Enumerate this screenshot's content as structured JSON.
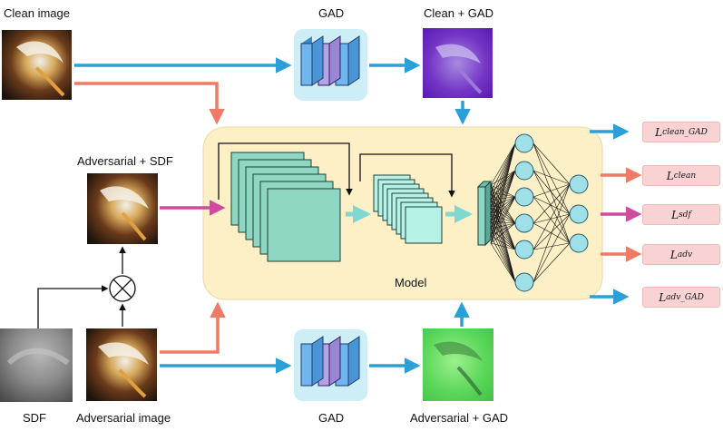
{
  "labels": {
    "clean_image": "Clean image",
    "gad_top": "GAD",
    "clean_gad": "Clean + GAD",
    "adv_sdf": "Adversarial + SDF",
    "model": "Model",
    "sdf": "SDF",
    "adversarial_image": "Adversarial image",
    "gad_bottom": "GAD",
    "adv_gad": "Adversarial + GAD"
  },
  "losses": [
    {
      "base": "L",
      "sub": "clean_GAD"
    },
    {
      "base": "L",
      "sub": "clean"
    },
    {
      "base": "L",
      "sub": "sdf"
    },
    {
      "base": "L",
      "sub": "adv"
    },
    {
      "base": "L",
      "sub": "adv_GAD"
    }
  ],
  "colors": {
    "blue_arrow": "#2a9fd8",
    "salmon_arrow": "#ef7a65",
    "magenta_arrow": "#d04ba0",
    "model_bg": "#fdf0c6",
    "gad_box": "#cdeef6",
    "layer_teal": "#8fd6c3",
    "layer_mint": "#b6f3e6",
    "neuron": "#9edfe8",
    "loss_box": "#f9d3d3"
  }
}
